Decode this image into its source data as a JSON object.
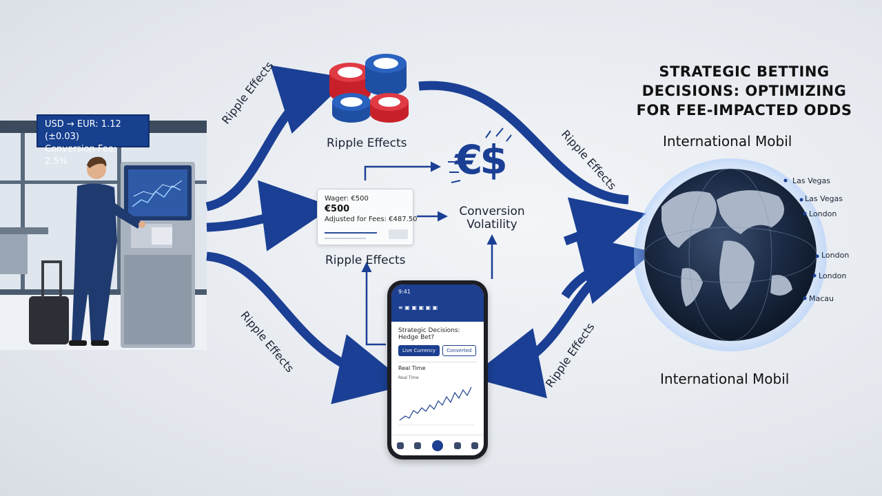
{
  "title": {
    "line1": "STRATEGIC BETTING",
    "line2": "DECISIONS: OPTIMIZING",
    "line3": "FOR FEE-IMPACTED ODDS"
  },
  "rate_banner": {
    "rate": "USD → EUR: 1.12 (±0.03)",
    "fee": "Conversion Fee: 2.5%"
  },
  "wager_card": {
    "label": "Wager: €500",
    "amount": "€500",
    "adjusted": "Adjusted for Fees: €487.50"
  },
  "labels": {
    "ripple_chips": "Ripple Effects",
    "ripple_card": "Ripple Effects",
    "ripple_arrow_upper_left": "Ripple Effects",
    "ripple_arrow_lower_left": "Ripple Effects",
    "ripple_arrow_upper_right": "Ripple Effects",
    "ripple_arrow_lower_right": "Ripple Effects",
    "volatility_line1": "Conversion",
    "volatility_line2": "Volatility",
    "currency_symbol": "€$",
    "intl_top": "International Mobil",
    "intl_bottom": "International Mobil"
  },
  "cities": [
    "Las Vegas",
    "Las Vegas",
    "London",
    "London",
    "London",
    "Macau"
  ],
  "phone": {
    "status": "9:41",
    "header": "Strategic Decisions:",
    "subheader": "Hedge Bet?",
    "btn_live": "Live Currency",
    "btn_converted": "Converted",
    "section": "Real Time",
    "chart_label": "Real Time"
  },
  "colors": {
    "arrow": "#1a3f94",
    "banner": "#17408f",
    "chip_red": "#c8202a",
    "chip_blue": "#1e4fa3"
  }
}
